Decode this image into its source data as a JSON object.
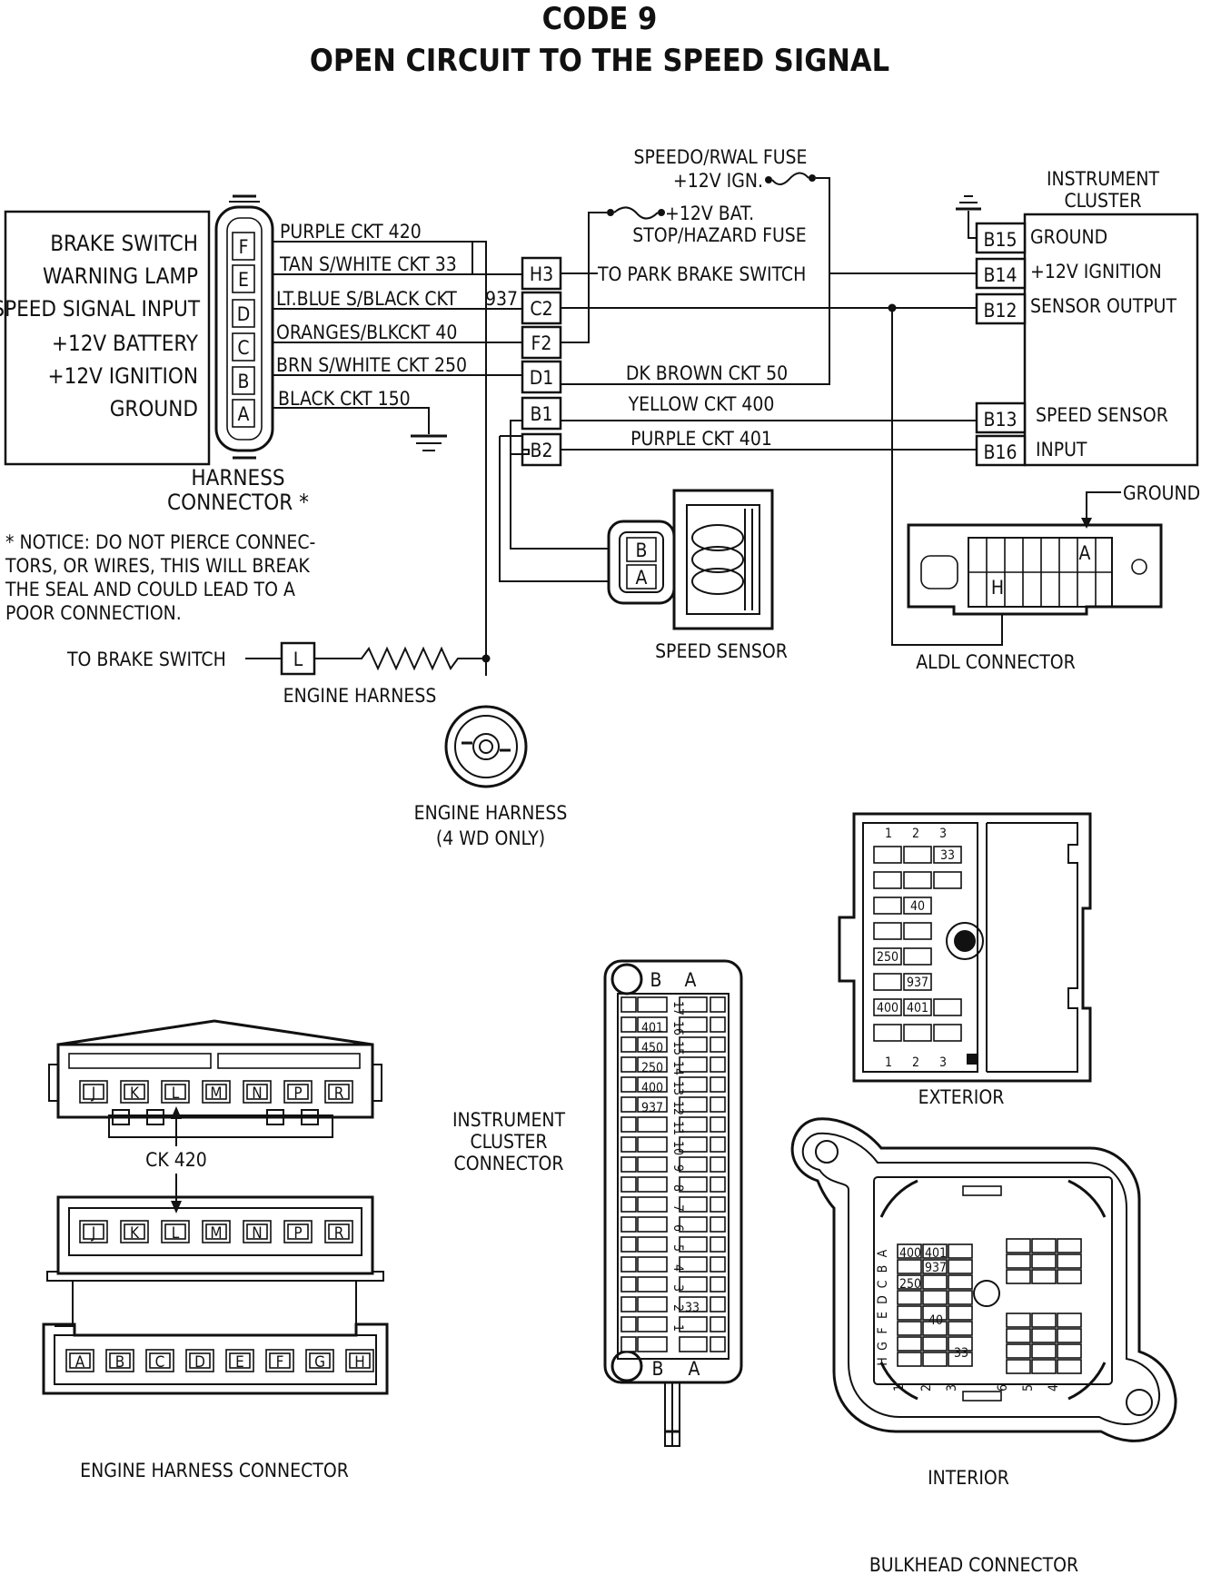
{
  "title": {
    "line1": "CODE 9",
    "line2": "OPEN CIRCUIT TO THE SPEED SIGNAL"
  },
  "functions": [
    "BRAKE SWITCH",
    "WARNING LAMP",
    "SPEED SIGNAL INPUT",
    "+12V BATTERY",
    "+12V IGNITION",
    "GROUND"
  ],
  "harness_pins": [
    "F",
    "E",
    "D",
    "C",
    "B",
    "A"
  ],
  "harness_label": [
    "HARNESS",
    "CONNECTOR *"
  ],
  "wires": [
    "PURPLE CKT 420",
    "TAN S/WHITE CKT 33",
    "LT.BLUE S/BLACK CKT",
    "937",
    "ORANGES/BLKCKT  40",
    "BRN S/WHITE CKT 250",
    "BLACK CKT 150"
  ],
  "bulkhead_pins": [
    "H3",
    "C2",
    "F2",
    "D1",
    "B1",
    "B2"
  ],
  "fuses": {
    "speedo": [
      "SPEEDO/RWAL FUSE",
      "+12V IGN."
    ],
    "stop": [
      "+12V BAT.",
      "STOP/HAZARD FUSE"
    ]
  },
  "mid_labels": {
    "park": "TO PARK BRAKE SWITCH",
    "dkbrown": "DK BROWN CKT 50",
    "yellow": "YELLOW CKT 400",
    "purple401": "PURPLE CKT 401"
  },
  "cluster": {
    "title": [
      "INSTRUMENT",
      "CLUSTER"
    ],
    "pins": [
      "B15",
      "B14",
      "B12",
      "B13",
      "B16"
    ],
    "labels": [
      "GROUND",
      "+12V IGNITION",
      "SENSOR OUTPUT",
      "SPEED SENSOR",
      "INPUT"
    ]
  },
  "notice": [
    "* NOTICE: DO NOT PIERCE CONNEC-",
    "TORS, OR WIRES, THIS WILL BREAK",
    "THE SEAL AND COULD LEAD TO A",
    "POOR CONNECTION."
  ],
  "brake": {
    "label": "TO BRAKE SWITCH",
    "pin": "L",
    "harness": "ENGINE HARNESS"
  },
  "engine_4wd": [
    "ENGINE HARNESS",
    "(4 WD ONLY)"
  ],
  "speed_sensor": {
    "pins": [
      "B",
      "A"
    ],
    "label": "SPEED SENSOR"
  },
  "aldl": {
    "label": "ALDL CONNECTOR",
    "ground": "GROUND",
    "pins": [
      "A",
      "H"
    ]
  },
  "engine_connector": {
    "top_pins": [
      "J",
      "K",
      "L",
      "M",
      "N",
      "P",
      "R"
    ],
    "bottom_pins": [
      "A",
      "B",
      "C",
      "D",
      "E",
      "F",
      "G",
      "H"
    ],
    "ck": "CK 420",
    "label": "ENGINE HARNESS CONNECTOR"
  },
  "ic_connector": {
    "label": [
      "INSTRUMENT",
      "CLUSTER",
      "CONNECTOR"
    ],
    "cols": [
      "B",
      "A"
    ],
    "nums": [
      "17",
      "16",
      "15",
      "14",
      "13",
      "12",
      "11",
      "10",
      "9",
      "8",
      "7",
      "6",
      "5",
      "4",
      "3",
      "2",
      "1"
    ],
    "circuits": [
      "401",
      "450",
      "250",
      "400",
      "937",
      "33"
    ]
  },
  "exterior": {
    "label": "EXTERIOR",
    "nums": [
      "1",
      "2",
      "3"
    ],
    "circuits": [
      "33",
      "40",
      "250",
      "937",
      "400",
      "401"
    ]
  },
  "interior": {
    "label": "INTERIOR",
    "letters": [
      "A",
      "B",
      "C",
      "D",
      "E",
      "F",
      "G",
      "H"
    ],
    "nums": [
      "1",
      "2",
      "3",
      "6",
      "5",
      "4"
    ],
    "circuits": [
      "400",
      "401",
      "937",
      "250",
      "40",
      "33"
    ]
  },
  "bulkhead_label": "BULKHEAD CONNECTOR"
}
